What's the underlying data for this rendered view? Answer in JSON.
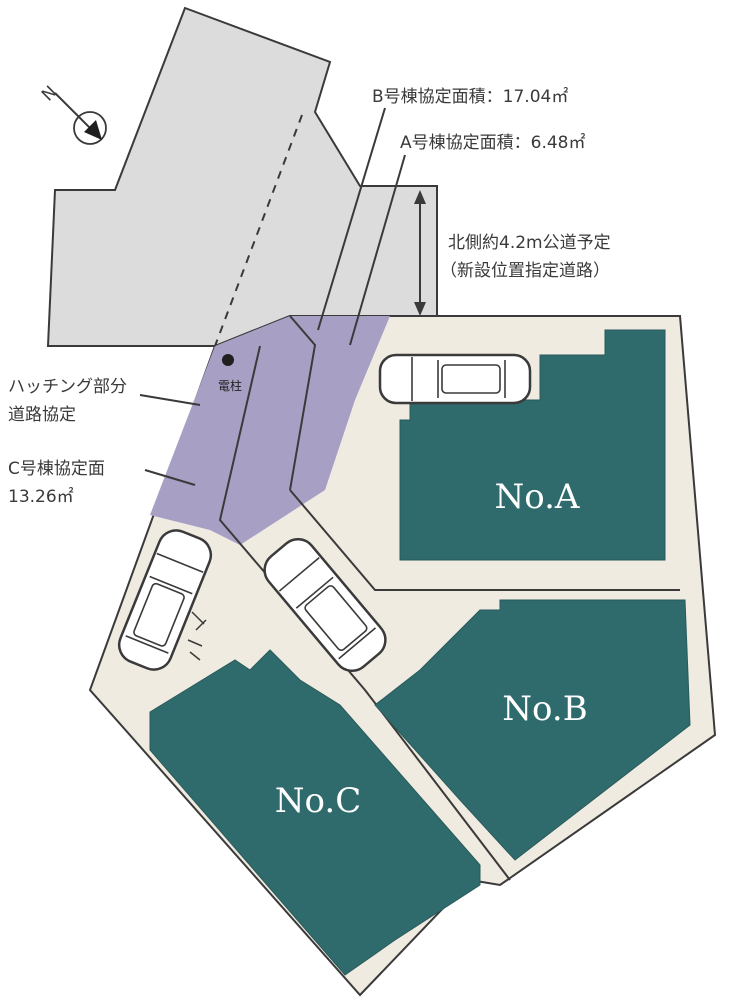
{
  "labels": {
    "b_area": "B号棟協定面積：17.04㎡",
    "a_area": "A号棟協定面積：6.48㎡",
    "road_line1": "北側約4.2m公道予定",
    "road_line2": "（新設位置指定道路）",
    "hatch_line1": "ハッチング部分",
    "hatch_line2": "道路協定",
    "c_area_line1": "C号棟協定面",
    "c_area_line2": "13.26㎡",
    "pole": "電柱",
    "north": "N"
  },
  "houses": {
    "a": "No.A",
    "b": "No.B",
    "c": "No.C"
  },
  "colors": {
    "house": "#2f6b6c",
    "lot": "#efebe1",
    "hatch": "#a89fc4",
    "road": "#dcdcdc",
    "outline": "#3a3a3a"
  }
}
